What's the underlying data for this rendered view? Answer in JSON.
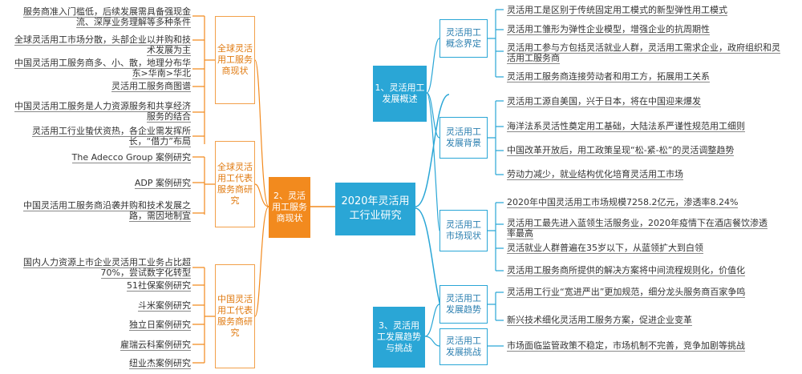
{
  "root": "2020年灵活用工行业研究",
  "right": {
    "b1": {
      "label": "1、灵活用工发展概述",
      "c_def": {
        "label": "灵活用工概念界定",
        "leaves": [
          "灵活用工是区别于传统固定用工模式的新型弹性用工模式",
          "灵活用工雏形为弹性企业模型，增强企业的抗周期性",
          "灵活用工参与方包括灵活就业人群，灵活用工需求企业，政府组织和灵活用工服务商",
          "灵活用工服务商连接劳动者和用工方，拓展用工关系"
        ]
      },
      "c_bg": {
        "label": "灵活用工发展背景",
        "leaves": [
          "灵活用工源自美国，兴于日本，将在中国迎来爆发",
          "海洋法系灵活性奠定用工基础，大陆法系严谨性规范用工细则",
          "中国改革开放后，用工政策呈现“松-紧-松”的灵活调整趋势",
          "劳动力减少，就业结构优化培育灵活用工市场"
        ]
      },
      "c_mk": {
        "label": "灵活用工市场现状",
        "leaves": [
          "2020年中国灵活用工市场规模7258.2亿元，渗透率8.24%",
          "灵活用工最先进入蓝领生活服务业，2020年疫情下在酒店餐饮渗透率最高",
          "灵活就业人群普遍在35岁以下，从蓝领扩大到白领",
          "灵活用工服务商所提供的解决方案将中间流程规则化，价值化"
        ]
      }
    },
    "b3": {
      "label": "3、灵活用工发展趋势与挑战",
      "c_tr": {
        "label": "灵活用工发展趋势",
        "leaves": [
          "灵活用工行业“宽进严出”更加规范，细分龙头服务商百家争鸣",
          "新兴技术细化灵活用工服务方案，促进企业变革"
        ]
      },
      "c_ch": {
        "label": "灵活用工发展挑战",
        "leaves": [
          "市场面临监管政策不稳定，市场机制不完善，竞争加剧等挑战"
        ]
      }
    }
  },
  "left": {
    "b2": {
      "label": "2、灵活用工服务商现状",
      "c_gs": {
        "label": "全球灵活用工服务商现状",
        "leaves": [
          "服务商准入门槛低，后续发展需具备强现金流、深厚业务理解等多种条件",
          "全球灵活用工市场分散，头部企业以并购和技术发展为主",
          "中国灵活用工服务商多、小、散，地理分布华东>华南>华北",
          "灵活用工服务商图谱",
          "中国灵活用工服务是人力资源服务和共享经济服务的结合",
          "灵活用工行业蛰伏资热，各企业需发挥所长，“借力”布局"
        ]
      },
      "c_gr": {
        "label": "全球灵活用工代表服务商研究",
        "leaves": [
          "The Adecco Group 案例研究",
          "ADP 案例研究",
          "中国灵活用工服务商沿袭并购和技术发展之路，需因地制宜"
        ]
      },
      "c_cn": {
        "label": "中国灵活用工代表服务商研究",
        "leaves": [
          "国内人力资源上市企业灵活用工业务占比超70%，尝试数字化转型",
          "51社保案例研究",
          "斗米案例研究",
          "独立日案例研究",
          "雇瑞云科案例研究",
          "纽业杰案例研究"
        ]
      }
    }
  }
}
